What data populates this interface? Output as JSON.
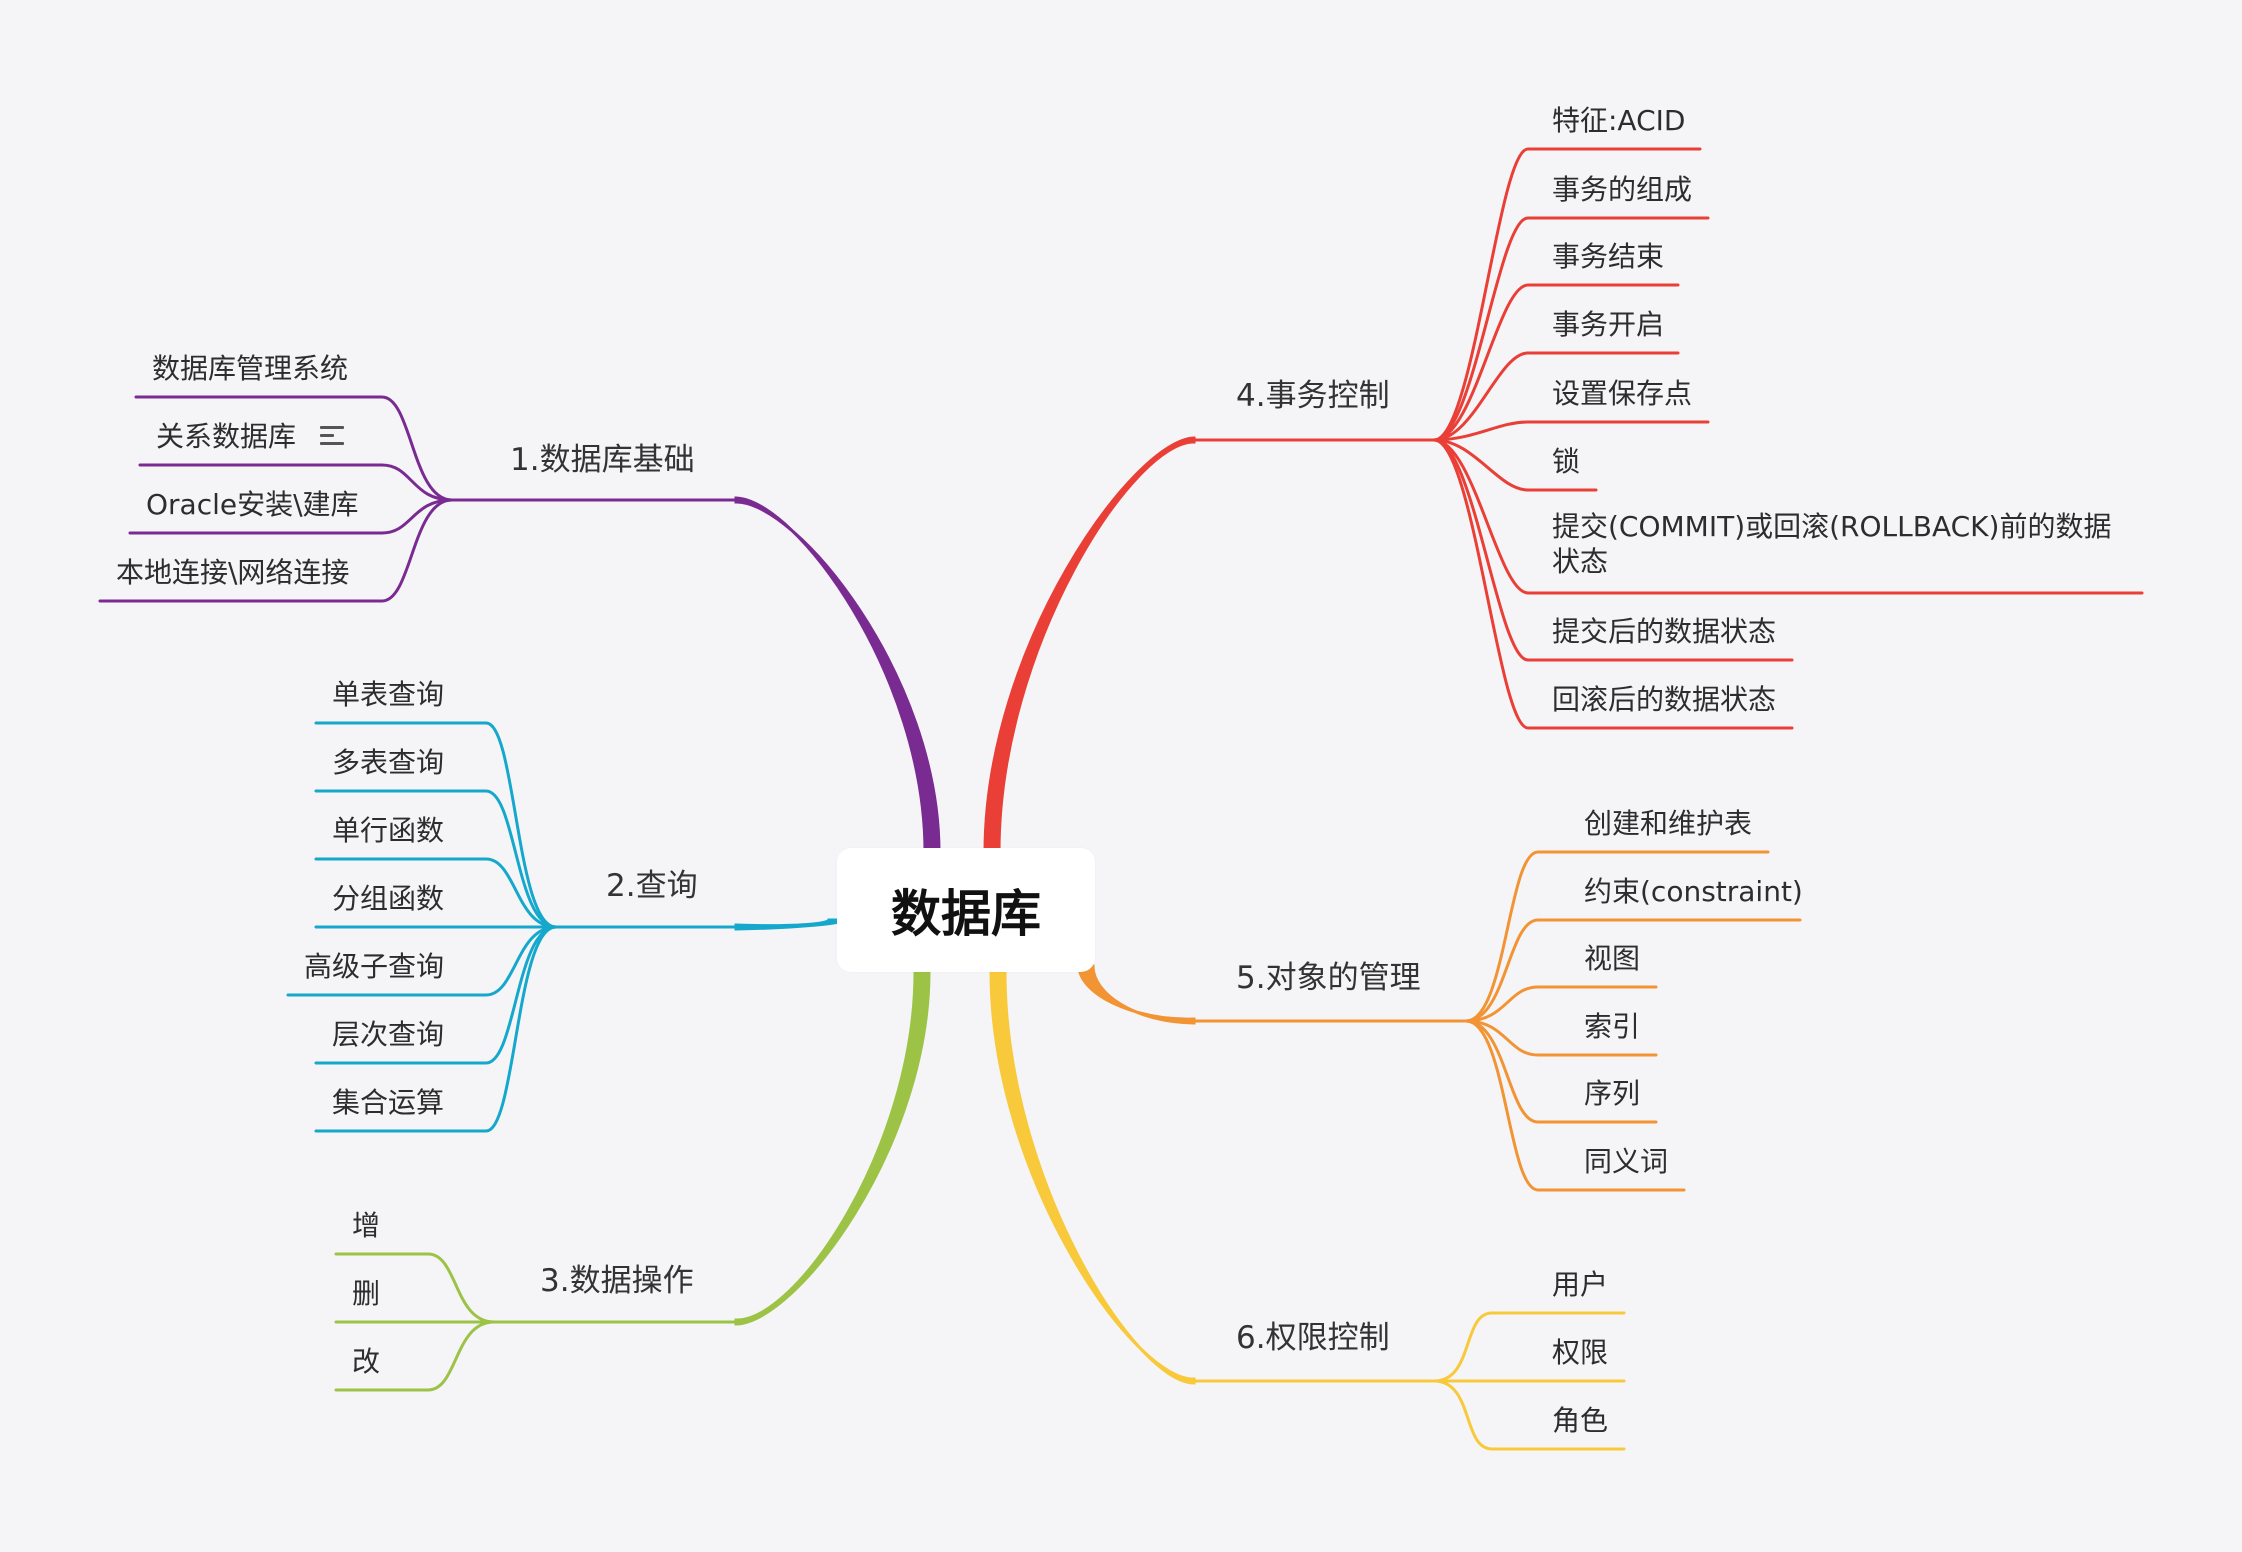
{
  "root": {
    "label": "数据库"
  },
  "colors": {
    "purple": "#7a2b91",
    "blue": "#15a8cc",
    "green": "#9cc346",
    "red": "#ea3f36",
    "orange": "#f29434",
    "yellow": "#f8c93a"
  },
  "branches": [
    {
      "label": "1.数据库基础",
      "color": "#7a2b91",
      "side": "left",
      "children": [
        "数据库管理系统",
        "关系数据库",
        "Oracle安装\\建库",
        "本地连接\\网络连接"
      ],
      "child_note_icon": "notes-icon"
    },
    {
      "label": "2.查询",
      "color": "#15a8cc",
      "side": "left",
      "children": [
        "单表查询",
        "多表查询",
        "单行函数",
        "分组函数",
        "高级子查询",
        "层次查询",
        "集合运算"
      ]
    },
    {
      "label": "3.数据操作",
      "color": "#9cc346",
      "side": "left",
      "children": [
        "增",
        "删",
        "改"
      ]
    },
    {
      "label": "4.事务控制",
      "color": "#ea3f36",
      "side": "right",
      "children": [
        "特征:ACID",
        "事务的组成",
        "事务结束",
        "事务开启",
        "设置保存点",
        "锁",
        "提交(COMMIT)或回滚(ROLLBACK)前的数据状态",
        "提交后的数据状态",
        "回滚后的数据状态"
      ]
    },
    {
      "label": "5.对象的管理",
      "color": "#f29434",
      "side": "right",
      "children": [
        "创建和维护表",
        "约束(constraint)",
        "视图",
        "索引",
        "序列",
        "同义词"
      ]
    },
    {
      "label": "6.权限控制",
      "color": "#f8c93a",
      "side": "right",
      "children": [
        "用户",
        "权限",
        "角色"
      ]
    }
  ]
}
